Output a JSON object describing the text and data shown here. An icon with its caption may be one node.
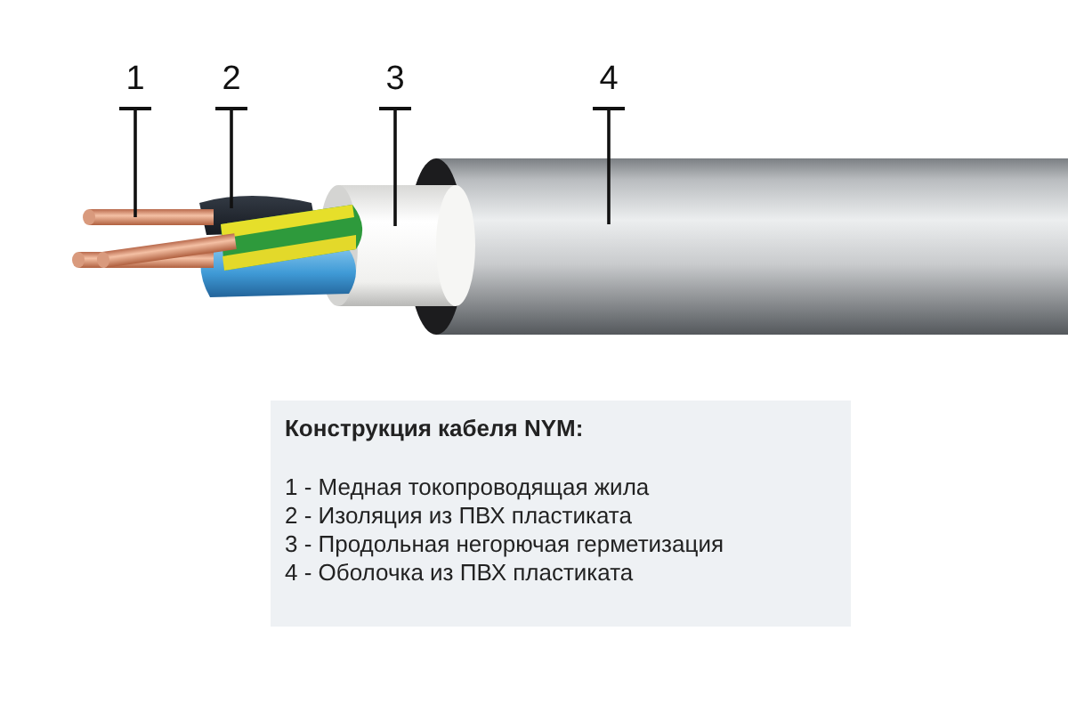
{
  "diagram": {
    "nodes": [
      {
        "text": [
          "1"
        ]
      },
      {
        "text": [
          "2"
        ]
      },
      {
        "text": [
          "3"
        ]
      },
      {
        "text": [
          "4"
        ]
      },
      {
        "text": [],
        "shape": "picture"
      },
      {
        "text": [],
        "shape": "picture"
      },
      {
        "text": [],
        "shape": "picture"
      },
      {
        "text": [],
        "shape": "picture"
      },
      {
        "text": [
          "Конструкция кабеля NYM:",
          "1 - Медная токопроводящая жила",
          "2 - Изоляция из ПВХ пластиката",
          "3 - Продольная негорючая герметизация",
          "4 - Оболочка из ПВХ пластиката"
        ]
      }
    ],
    "edges": [
      {
        "from": 0,
        "to": 4,
        "arrow": "other"
      },
      {
        "from": 1,
        "to": 5,
        "arrow": "other"
      },
      {
        "from": 2,
        "to": 6,
        "arrow": "other"
      },
      {
        "from": 3,
        "to": 7,
        "arrow": "other"
      }
    ]
  }
}
